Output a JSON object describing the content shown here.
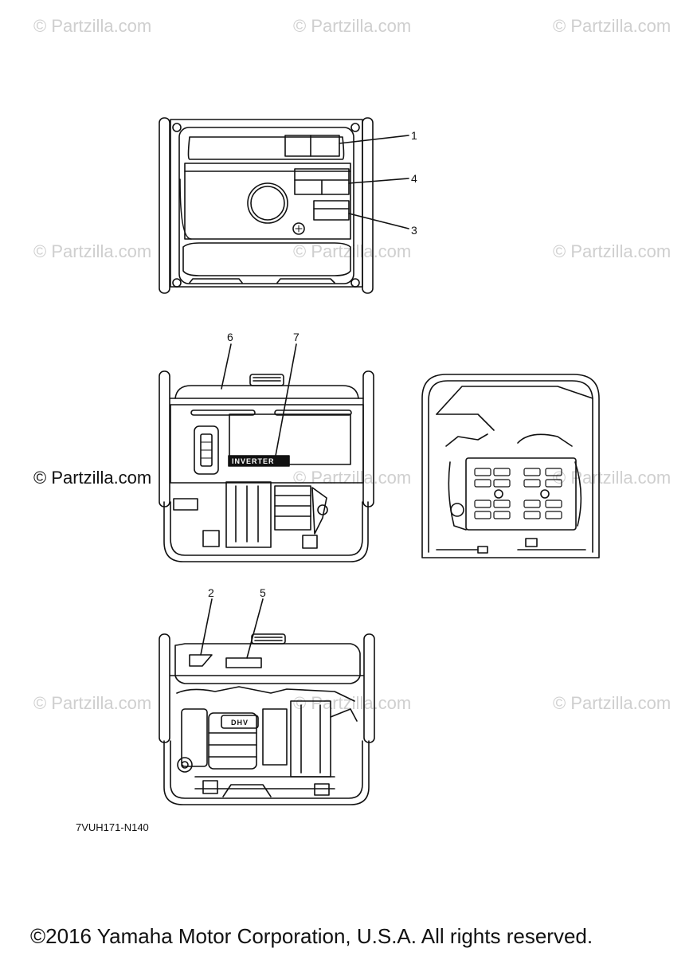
{
  "watermark_text": "© Partzilla.com",
  "watermark_count": 12,
  "callouts": {
    "label_1": "1",
    "label_2": "2",
    "label_3": "3",
    "label_4": "4",
    "label_5": "5",
    "label_6": "6",
    "label_7": "7"
  },
  "decal_inverter_text": "INVERTER",
  "decal_dhv_text": "DHV",
  "part_code": "7VUH171-N140",
  "copyright": "©2016  Yamaha Motor Corporation, U.S.A. All rights reserved."
}
